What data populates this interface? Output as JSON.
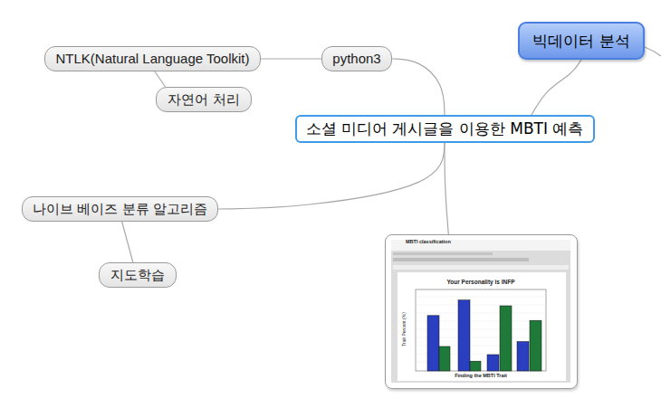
{
  "diagram": {
    "nodes": [
      {
        "text": [
          "빅데이터 분석"
        ]
      },
      {
        "text": [
          "소셜 미디어 게시글을 이용한 MBTI 예측"
        ]
      },
      {
        "text": [
          "python3"
        ]
      },
      {
        "text": [
          "NTLK(Natural Language Toolkit)"
        ]
      },
      {
        "text": [
          "자연어 처리"
        ]
      },
      {
        "text": [
          "나이브 베이즈 분류 알고리즘"
        ]
      },
      {
        "text": [
          "지도학습"
        ]
      },
      {
        "text": [
          "MBTI classification",
          "Your Personality is INFP",
          "Trait Percent (%)",
          "Finding the MBTI Trait"
        ]
      }
    ],
    "edges": [
      {
        "from": 1,
        "to": 0,
        "arrow": "none"
      },
      {
        "from": 1,
        "to": 2,
        "arrow": "none"
      },
      {
        "from": 2,
        "to": 3,
        "arrow": "none"
      },
      {
        "from": 3,
        "to": 4,
        "arrow": "none"
      },
      {
        "from": 1,
        "to": 5,
        "arrow": "none"
      },
      {
        "from": 5,
        "to": 6,
        "arrow": "none"
      },
      {
        "from": 1,
        "to": 7,
        "arrow": "none"
      }
    ]
  }
}
